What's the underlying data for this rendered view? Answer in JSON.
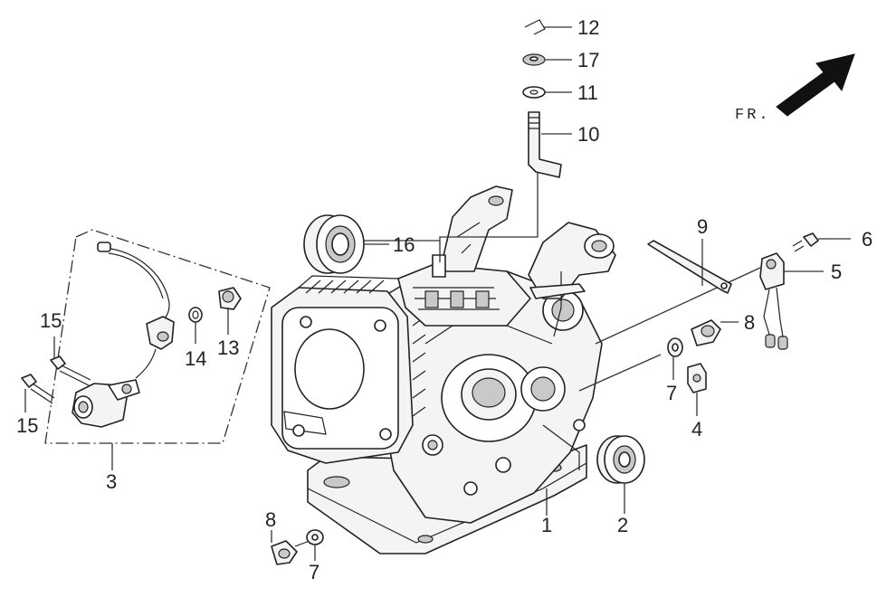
{
  "direction_label": "FR.",
  "callouts": {
    "c1": "1",
    "c2": "2",
    "c3": "3",
    "c4": "4",
    "c5": "5",
    "c6": "6",
    "c7a": "7",
    "c7b": "7",
    "c8a": "8",
    "c8b": "8",
    "c9": "9",
    "c10": "10",
    "c11": "11",
    "c12": "12",
    "c13": "13",
    "c14": "14",
    "c15a": "15",
    "c15b": "15",
    "c16": "16",
    "c17": "17"
  }
}
